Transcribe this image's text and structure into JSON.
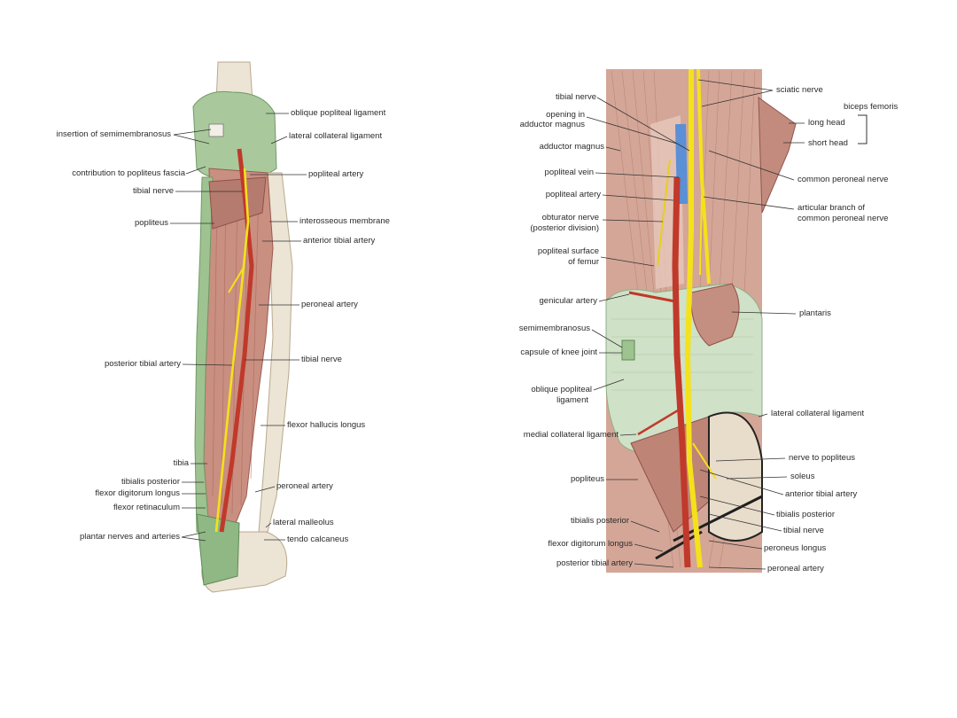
{
  "left_figure": {
    "labels_left": [
      "insertion of semimembranosus",
      "contribution to popliteus fascia",
      "tibial nerve",
      "popliteus",
      "posterior tibial artery",
      "tibia",
      "tibialis posterior",
      "flexor digitorum longus",
      "flexor retinaculum",
      "plantar nerves and arteries"
    ],
    "labels_right": [
      "oblique popliteal ligament",
      "lateral collateral ligament",
      "popliteal artery",
      "interosseous membrane",
      "anterior tibial artery",
      "peroneal artery",
      "tibial nerve",
      "flexor hallucis longus",
      "peroneal artery",
      "lateral malleolus",
      "tendo calcaneus"
    ]
  },
  "right_figure": {
    "labels_left": [
      "tibial nerve",
      "opening in",
      "adductor magnus",
      "adductor magnus",
      "popliteal vein",
      "popliteal artery",
      "obturator nerve",
      "(posterior division)",
      "popliteal surface",
      "of femur",
      "genicular artery",
      "semimembranosus",
      "capsule of knee joint",
      "oblique popliteal",
      "ligament",
      "medial collateral ligament",
      "popliteus",
      "tibialis posterior",
      "flexor digitorum longus",
      "posterior tibial artery"
    ],
    "labels_right": [
      "sciatic nerve",
      "biceps femoris",
      "long head",
      "short head",
      "common peroneal nerve",
      "articular branch of",
      "common peroneal nerve",
      "plantaris",
      "lateral collateral ligament",
      "nerve to popliteus",
      "soleus",
      "anterior tibial artery",
      "tibialis posterior",
      "tibial nerve",
      "peroneus longus",
      "peroneal artery"
    ]
  },
  "colors": {
    "muscle": "#c98f80",
    "muscle_dark": "#a5605a",
    "ligament_green": "#8fb885",
    "pale_green": "#cfe1c6",
    "bone": "#ece4d4",
    "nerve_yellow": "#f5e11a",
    "artery_red": "#c0392b",
    "vein_blue": "#5b8fd6",
    "leader": "#333333"
  }
}
